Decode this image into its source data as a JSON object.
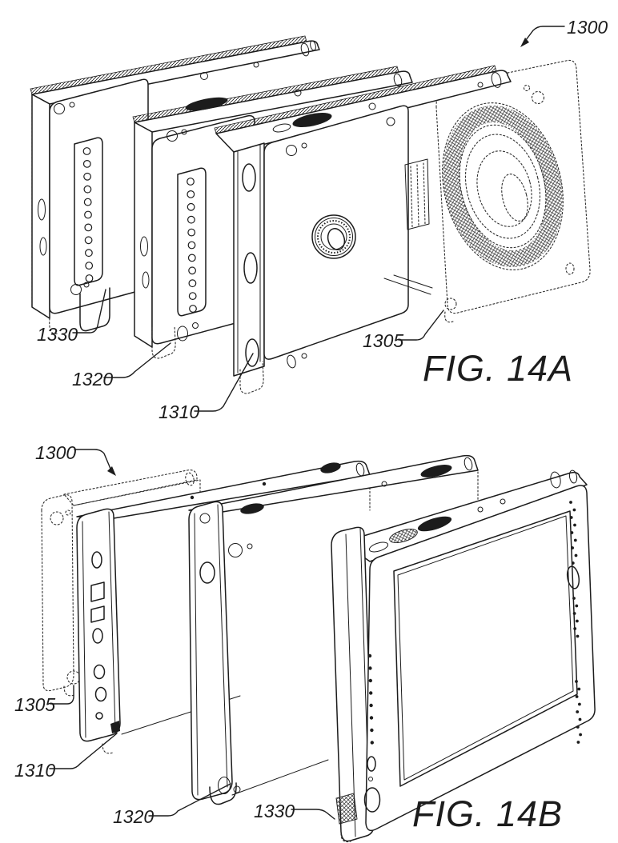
{
  "sheet": {
    "background_color": "#ffffff",
    "ink_color": "#1c1c1c",
    "description": "Patent exploded-view line drawing of a modular camera assembly, front and rear perspectives"
  },
  "fig14a": {
    "caption": "FIG. 14A",
    "labels": {
      "assembly": "1300",
      "module_rear": "1330",
      "module_mid": "1320",
      "module_main": "1310",
      "front_plate": "1305"
    }
  },
  "fig14b": {
    "caption": "FIG. 14B",
    "labels": {
      "assembly": "1300",
      "front_plate": "1305",
      "module_main": "1310",
      "module_mid": "1320",
      "module_display": "1330"
    }
  }
}
